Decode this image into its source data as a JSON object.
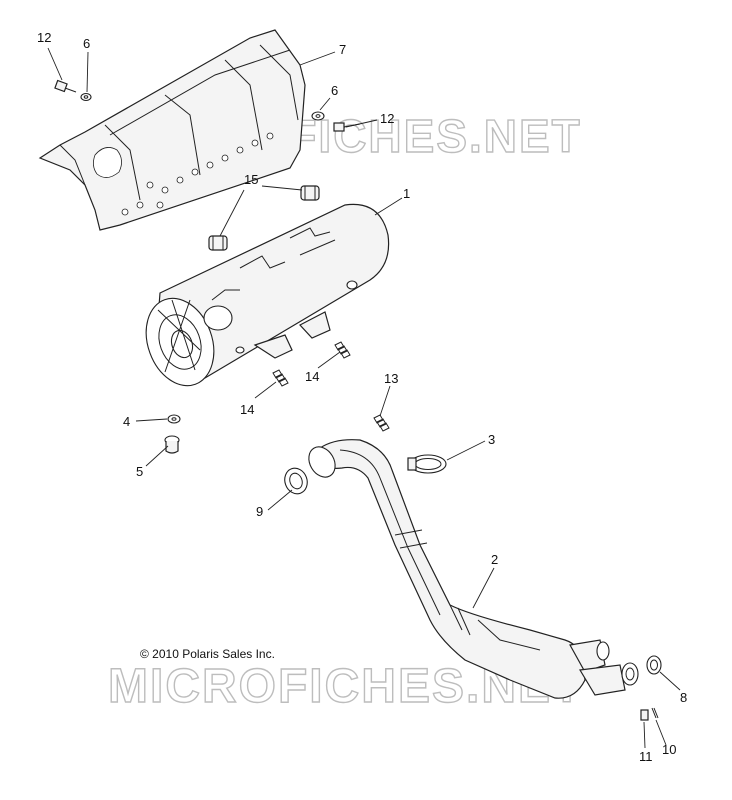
{
  "copyright": "© 2010 Polaris Sales Inc.",
  "watermark": {
    "top": "MICROFICHES.NET",
    "bottom": "MICROFICHES.NET"
  },
  "callouts": [
    {
      "id": "c12a",
      "label": "12"
    },
    {
      "id": "c6a",
      "label": "6"
    },
    {
      "id": "c7",
      "label": "7"
    },
    {
      "id": "c6b",
      "label": "6"
    },
    {
      "id": "c12b",
      "label": "12"
    },
    {
      "id": "c15",
      "label": "15"
    },
    {
      "id": "c1",
      "label": "1"
    },
    {
      "id": "c14a",
      "label": "14"
    },
    {
      "id": "c14b",
      "label": "14"
    },
    {
      "id": "c13",
      "label": "13"
    },
    {
      "id": "c4",
      "label": "4"
    },
    {
      "id": "c5",
      "label": "5"
    },
    {
      "id": "c3",
      "label": "3"
    },
    {
      "id": "c9",
      "label": "9"
    },
    {
      "id": "c2",
      "label": "2"
    },
    {
      "id": "c8",
      "label": "8"
    },
    {
      "id": "c11",
      "label": "11"
    },
    {
      "id": "c10",
      "label": "10"
    }
  ]
}
